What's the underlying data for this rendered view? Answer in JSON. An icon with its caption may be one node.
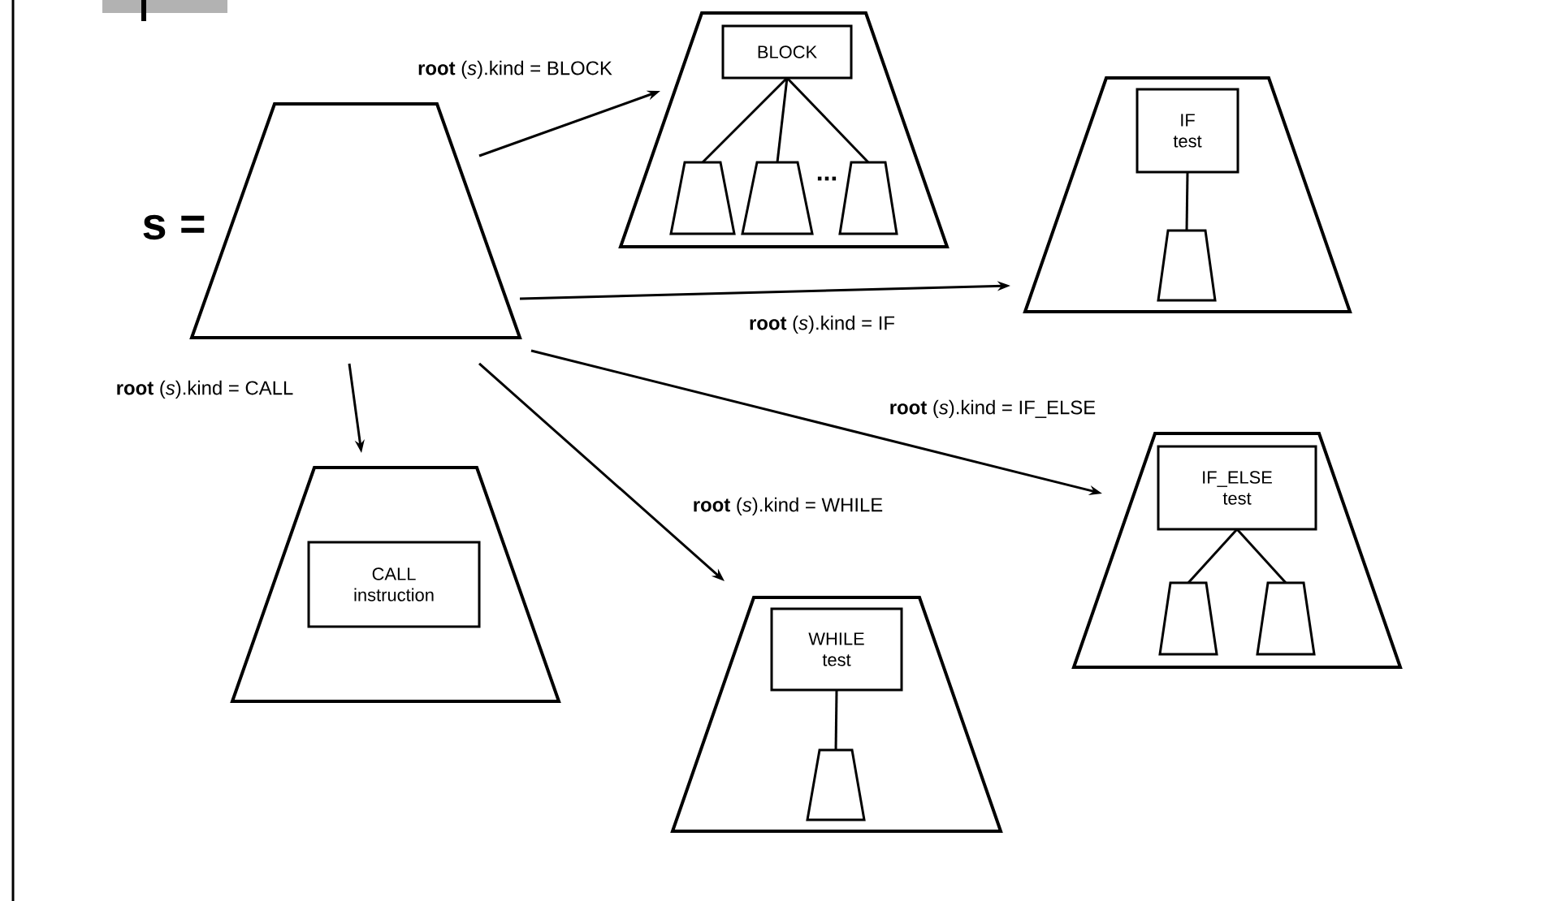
{
  "diagram": {
    "nodes": [
      {
        "text": [
          "s ="
        ]
      },
      {
        "text": [],
        "shape": "trapezoid"
      },
      {
        "text": [
          "BLOCK"
        ],
        "in": 1
      },
      {
        "text": [],
        "shape": "trapezoid",
        "in": 1
      },
      {
        "text": [],
        "shape": "trapezoid",
        "in": 1
      },
      {
        "text": [],
        "shape": "trapezoid",
        "in": 1
      },
      {
        "text": [],
        "shape": "trapezoid"
      },
      {
        "text": [
          "IF test"
        ],
        "in": 6
      },
      {
        "text": [],
        "shape": "trapezoid",
        "in": 6
      },
      {
        "text": [],
        "shape": "trapezoid"
      },
      {
        "text": [
          "CALL instruction"
        ],
        "in": 9
      },
      {
        "text": [],
        "shape": "trapezoid"
      },
      {
        "text": [
          "WHILE test"
        ],
        "in": 11
      },
      {
        "text": [],
        "shape": "trapezoid",
        "in": 11
      },
      {
        "text": [],
        "shape": "trapezoid"
      },
      {
        "text": [
          "IF_ELSE test"
        ],
        "in": 14
      },
      {
        "text": [],
        "shape": "trapezoid",
        "in": 14
      },
      {
        "text": [],
        "shape": "trapezoid",
        "in": 14
      }
    ],
    "edges": [
      {
        "from": 0,
        "to": 1,
        "arrow": "to",
        "label": "**root** (*s*).kind = BLOCK"
      },
      {
        "from": 0,
        "to": 6,
        "arrow": "to",
        "label": "**root** (*s*).kind = IF"
      },
      {
        "from": 0,
        "to": 14,
        "arrow": "to",
        "label": "**root** (*s*).kind = IF_ELSE"
      },
      {
        "from": 0,
        "to": 9,
        "arrow": "to",
        "label": "**root** (*s*).kind = CALL"
      },
      {
        "from": 0,
        "to": 11,
        "arrow": "to",
        "label": "**root** (*s*).kind = WHILE"
      },
      {
        "from": 2,
        "to": 3,
        "arrow": "none"
      },
      {
        "from": 2,
        "to": 4,
        "arrow": "none"
      },
      {
        "from": 2,
        "to": 5,
        "arrow": "none"
      },
      {
        "from": 7,
        "to": 8,
        "arrow": "none"
      },
      {
        "from": 12,
        "to": 13,
        "arrow": "none"
      },
      {
        "from": 15,
        "to": 16,
        "arrow": "none"
      },
      {
        "from": 15,
        "to": 17,
        "arrow": "none"
      }
    ],
    "labels": [
      "..."
    ]
  }
}
